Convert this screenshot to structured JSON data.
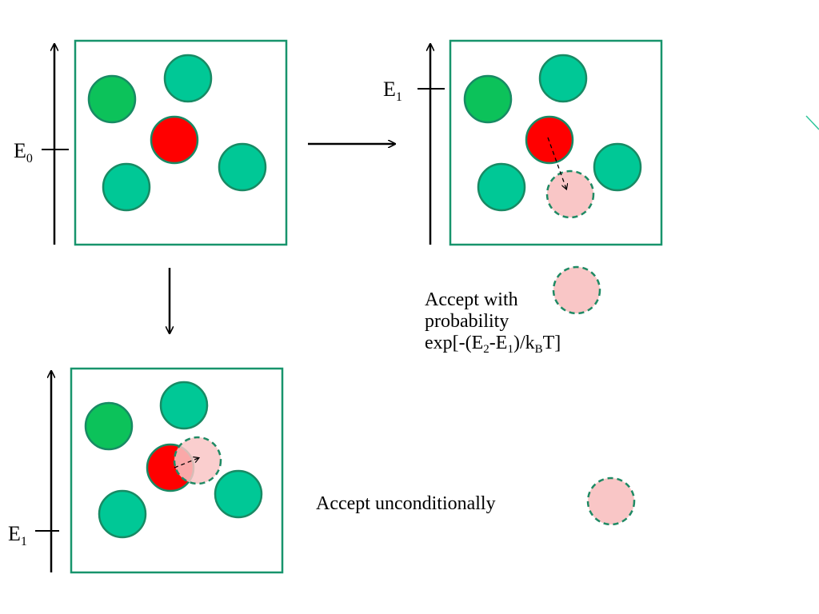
{
  "colors": {
    "box_border": "#17946c",
    "particle_teal": "#00c896",
    "particle_green": "#0cc25a",
    "particle_stroke": "#188a64",
    "particle_selected": "#ff0000",
    "particle_trial": "#f9c6c6",
    "trial_stroke": "#1f8a64",
    "axis": "#000000"
  },
  "labels": {
    "state_initial": {
      "E": "E",
      "sub": "0"
    },
    "state_trial_up": {
      "E": "E",
      "sub": "1"
    },
    "state_trial_down": {
      "E": "E",
      "sub": "1"
    }
  },
  "captions": {
    "accept_probability": {
      "line1": "Accept with",
      "line2": "probability",
      "line3_a": "exp[-(E",
      "line3_sub1": "2",
      "line3_b": "-E",
      "line3_sub2": "1",
      "line3_c": ")/k",
      "line3_sub3": "B",
      "line3_d": "T]"
    },
    "accept_unconditional": "Accept unconditionally"
  }
}
